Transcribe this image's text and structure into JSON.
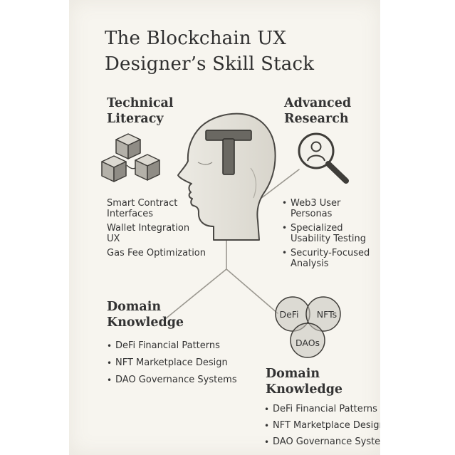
{
  "title": [
    "The Blockchain UX",
    "Designer’s Skill Stack"
  ],
  "head_letter": "T",
  "technical": {
    "heading": [
      "Technical",
      "Literacy"
    ],
    "items": [
      [
        "Smart Contract",
        "Interfaces"
      ],
      [
        "Wallet Integration",
        "UX"
      ],
      [
        "Gas Fee Optimization"
      ]
    ]
  },
  "research": {
    "heading": [
      "Advanced",
      "Research"
    ],
    "items": [
      [
        "Web3 User",
        "Personas"
      ],
      [
        "Specialized",
        "Usability Testing"
      ],
      [
        "Security-Focused",
        "Analysis"
      ]
    ]
  },
  "domain_left": {
    "heading": [
      "Domain",
      "Knowledge"
    ],
    "items": [
      "DeFi Financial Patterns",
      "NFT Marketplace Design",
      "DAO Governance Systems"
    ]
  },
  "domain_right": {
    "heading": [
      "Domain",
      "Knowledge"
    ],
    "items": [
      "DeFi Financial Patterns",
      "NFT Marketplace Design",
      "DAO Governance System"
    ]
  },
  "venn": {
    "labels": [
      "DeFi",
      "NFTs",
      "DAOs"
    ]
  },
  "icons": [
    "cube-stack-icon",
    "head-silhouette-icon",
    "magnifier-person-icon",
    "venn-icon"
  ]
}
